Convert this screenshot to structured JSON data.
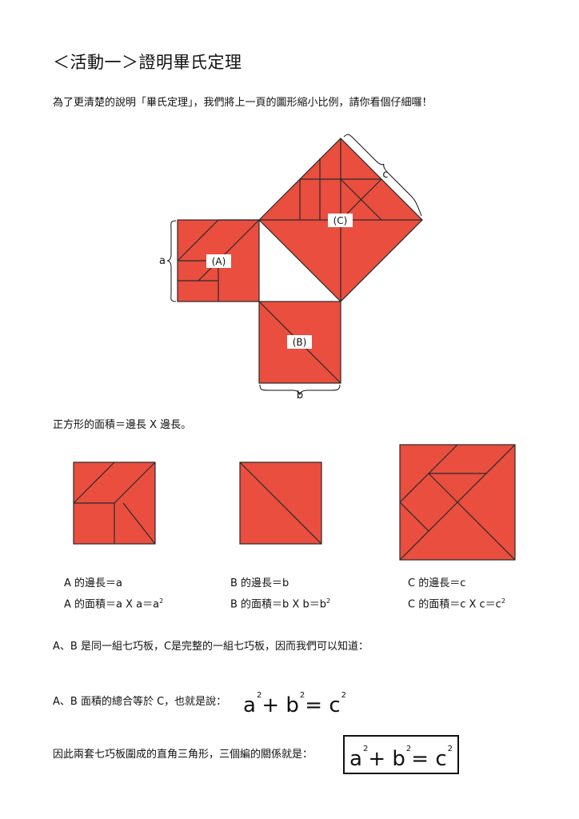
{
  "title": "＜活動一＞證明畢氏定理",
  "intro": "為了更清楚的說明「畢氏定理」，我們將上一頁的圖形縮小比例，請你看個仔細囉！",
  "diagram": {
    "label_a": "a",
    "label_b": "b",
    "label_c": "c",
    "square_a": "(A)",
    "square_b": "(B)",
    "square_c": "(C)"
  },
  "area_rule": "正方形的面積＝邊長 X 邊長。",
  "captions": {
    "a_side": "A 的邊長＝a",
    "a_area": "A 的面積＝a X a＝a",
    "b_side": "B 的邊長＝b",
    "b_area": "B 的面積＝b X b＝b",
    "c_side": "C 的邊長＝c",
    "c_area": "C 的面積＝c X c＝c",
    "exp": "2"
  },
  "line1": "A、B 是同一組七巧板，C是完整的一組七巧板，因而我們可以知道：",
  "line2": "A、B 面積的總合等於 C，也就是說：",
  "line3": "因此兩套七巧板圍成的直角三角形，三個編的關係就是：",
  "formula": {
    "a": "a",
    "plus": "+",
    "b": "b",
    "eq": "=",
    "c": "c",
    "exp": "2"
  },
  "colors": {
    "fill": "#e94e3f",
    "stroke": "#2a2a2a"
  }
}
